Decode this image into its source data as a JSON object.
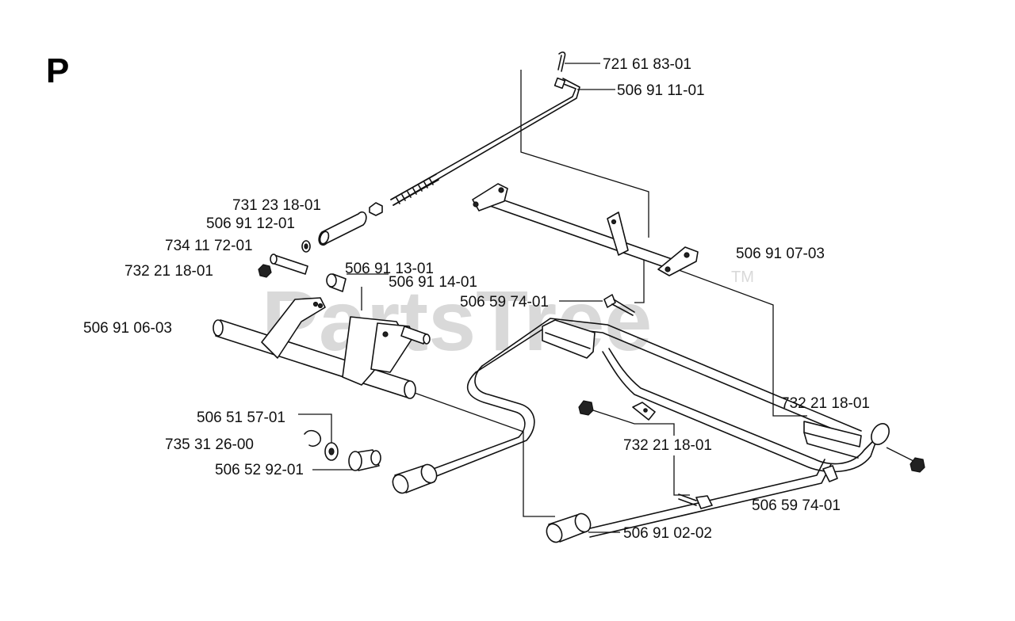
{
  "section_letter": "P",
  "watermark": {
    "text": "PartsTree",
    "trademark": "TM"
  },
  "parts": [
    {
      "id": "p1",
      "number": "721 61 83-01"
    },
    {
      "id": "p2",
      "number": "506 91 11-01"
    },
    {
      "id": "p3",
      "number": "731 23 18-01"
    },
    {
      "id": "p4",
      "number": "506 91 12-01"
    },
    {
      "id": "p5",
      "number": "734 11 72-01"
    },
    {
      "id": "p6",
      "number": "732 21 18-01"
    },
    {
      "id": "p7",
      "number": "506 91 13-01"
    },
    {
      "id": "p8",
      "number": "506 91 14-01"
    },
    {
      "id": "p9",
      "number": "506 59 74-01"
    },
    {
      "id": "p10",
      "number": "506 91 07-03"
    },
    {
      "id": "p11",
      "number": "506 91 06-03"
    },
    {
      "id": "p12",
      "number": "732 21 18-01"
    },
    {
      "id": "p13",
      "number": "506 51 57-01"
    },
    {
      "id": "p14",
      "number": "735 31 26-00"
    },
    {
      "id": "p15",
      "number": "732 21 18-01"
    },
    {
      "id": "p16",
      "number": "506 52 92-01"
    },
    {
      "id": "p17",
      "number": "506 59 74-01"
    },
    {
      "id": "p18",
      "number": "506 91 02-02"
    }
  ]
}
